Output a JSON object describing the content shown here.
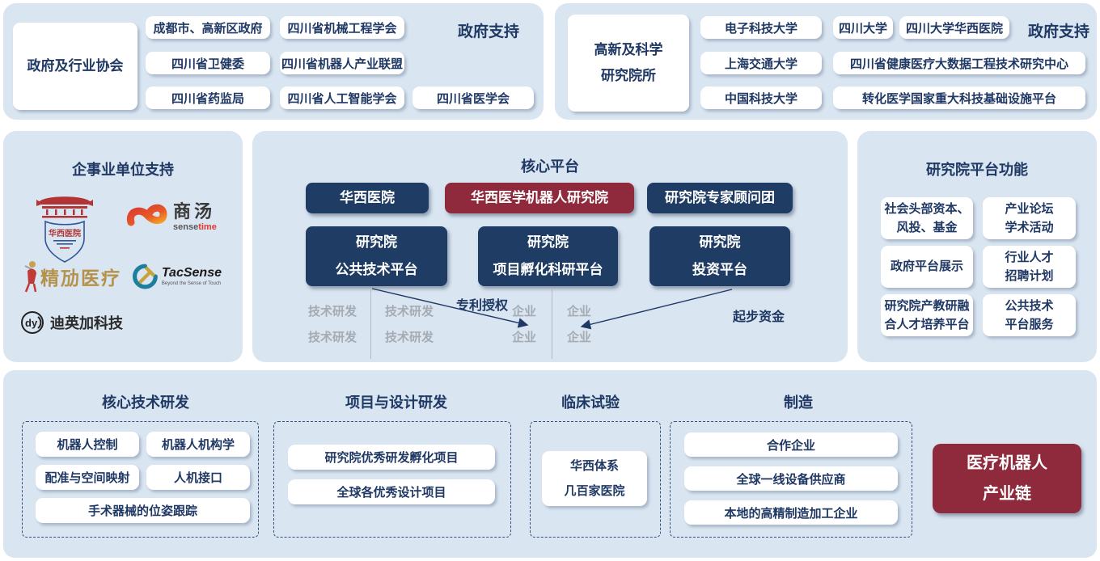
{
  "colors": {
    "panel_bg": "#d9e5f1",
    "navy_box": "#1f3c64",
    "maroon_box": "#8e2a3c",
    "navy_text": "#1f3864",
    "gray_text": "#a5abb2"
  },
  "gov_panel": {
    "category": "政府及行业协会",
    "support_label": "政府支持",
    "col1": [
      "成都市、高新区政府",
      "四川省卫健委",
      "四川省药监局"
    ],
    "col2": [
      "四川省机械工程学会",
      "四川省机器人产业联盟",
      "四川省人工智能学会"
    ],
    "extra": "四川省医学会"
  },
  "academy_panel": {
    "category": "高新及科学\n研究院所",
    "support_label": "政府支持",
    "col1": [
      "电子科技大学",
      "上海交通大学",
      "中国科技大学"
    ],
    "row1": [
      "四川大学",
      "四川大学华西医院"
    ],
    "wide": [
      "四川省健康医疗大数据工程技术研究中心",
      "转化医学国家重大科技基础设施平台"
    ]
  },
  "enterprise_panel": {
    "title": "企事业单位支持",
    "logos": {
      "huaxi": {
        "name": "华西医院"
      },
      "sensetime": {
        "cn": "商汤",
        "en1": "sense",
        "en2": "time"
      },
      "jingmai": {
        "name": "精劢医疗"
      },
      "tacsense": {
        "name": "TacSense",
        "tagline": "Beyond the Sense of Touch"
      },
      "diyingjia": {
        "mono": "dy",
        "name": "迪英加科技"
      }
    }
  },
  "core_panel": {
    "title": "核心平台",
    "row1": [
      "华西医院",
      "华西医学机器人研究院",
      "研究院专家顾问团"
    ],
    "row2": [
      "研究院\n公共技术平台",
      "研究院\n项目孵化科研平台",
      "研究院\n投资平台"
    ],
    "patent_label": "专利授权",
    "fund_label": "起步资金",
    "tech_label": "技术研发",
    "enterprise_label": "企业"
  },
  "functions_panel": {
    "title": "研究院平台功能",
    "boxes": [
      "社会头部资本、\n风投、基金",
      "产业论坛\n学术活动",
      "政府平台展示",
      "行业人才\n招聘计划",
      "研究院产教研融\n合人才培养平台",
      "公共技术\n平台服务"
    ]
  },
  "bottom_panel": {
    "sections": {
      "core_tech": {
        "title": "核心技术研发",
        "items": [
          "机器人控制",
          "机器人机构学",
          "配准与空间映射",
          "人机接口",
          "手术器械的位姿跟踪"
        ]
      },
      "projects": {
        "title": "项目与设计研发",
        "items": [
          "研究院优秀研发孵化项目",
          "全球各优秀设计项目"
        ]
      },
      "clinical": {
        "title": "临床试验",
        "box": "华西体系\n几百家医院"
      },
      "manufacturing": {
        "title": "制造",
        "items": [
          "合作企业",
          "全球一线设备供应商",
          "本地的高精制造加工企业"
        ]
      }
    },
    "chain_box": "医疗机器人\n产业链"
  }
}
